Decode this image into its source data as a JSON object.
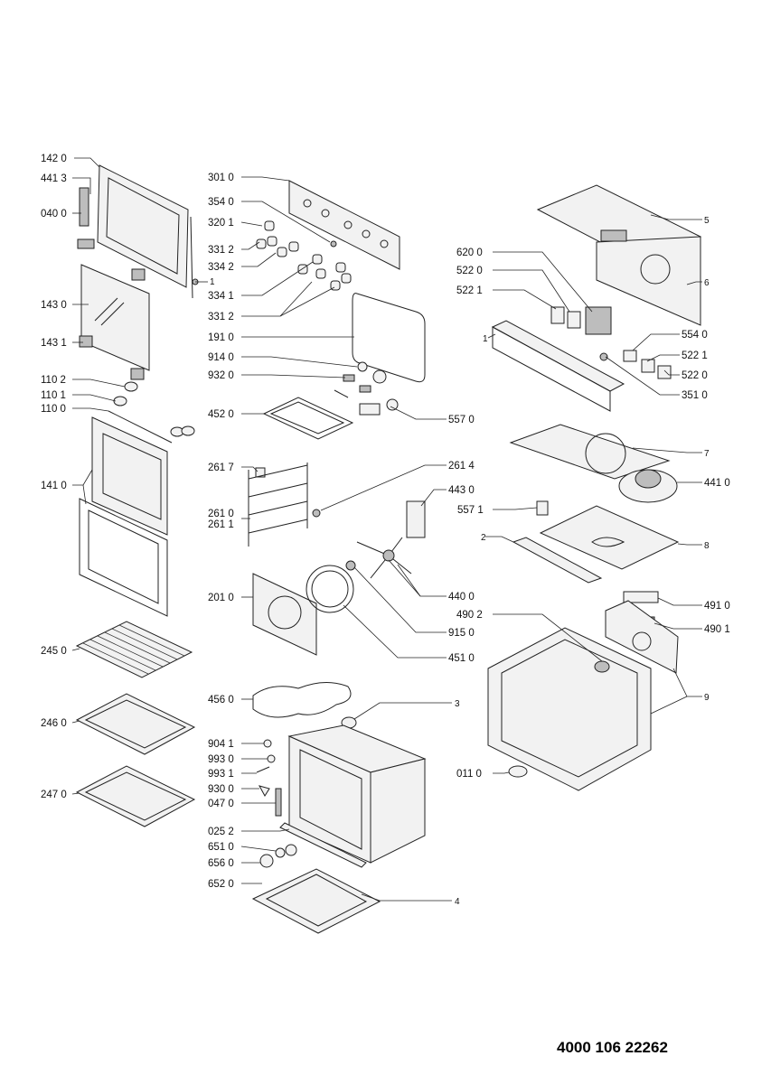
{
  "document_number": "4000 106 22262",
  "part_labels": {
    "p1420": "142 0",
    "p4413": "441 3",
    "p0400": "040 0",
    "p1_door": "1",
    "p1430": "143 0",
    "p1431": "143 1",
    "p1102": "110 2",
    "p1101": "110 1",
    "p1100": "110 0",
    "p1410": "141 0",
    "p2450": "245 0",
    "p2460": "246 0",
    "p2470": "247 0",
    "p3010": "301 0",
    "p3540": "354 0",
    "p3201": "320 1",
    "p3312a": "331 2",
    "p3342": "334 2",
    "p3341": "334 1",
    "p3312b": "331 2",
    "p1910": "191 0",
    "p9140": "914 0",
    "p9320": "932 0",
    "p4520": "452 0",
    "p5570": "557 0",
    "p2617": "261 7",
    "p2614": "261 4",
    "p2610": "261 0",
    "p2611": "261 1",
    "p4430": "443 0",
    "p5571": "557 1",
    "p2010": "201 0",
    "p4400": "440 0",
    "p9150": "915 0",
    "p4510": "451 0",
    "p4560": "456 0",
    "p3": "3",
    "p9041": "904 1",
    "p9930": "993 0",
    "p9931": "993 1",
    "p9300": "930 0",
    "p0470": "047 0",
    "p0252": "025 2",
    "p6510": "651 0",
    "p6560": "656 0",
    "p6520": "652 0",
    "p4": "4",
    "p5": "5",
    "p6200": "620 0",
    "p5220a": "522 0",
    "p5221a": "522 1",
    "p6": "6",
    "p1_frame": "1",
    "p5540": "554 0",
    "p5221b": "522 1",
    "p5220b": "522 0",
    "p3510": "351 0",
    "p7": "7",
    "p4410": "441 0",
    "p2": "2",
    "p8": "8",
    "p4910": "491 0",
    "p4902": "490 2",
    "p4901": "490 1",
    "p9": "9",
    "p0110": "011 0"
  }
}
